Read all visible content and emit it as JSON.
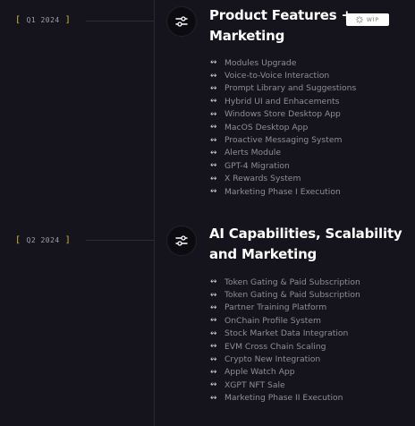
{
  "roadmap": [
    {
      "quarter": "Q1 2024",
      "title_line1": "Product Features +",
      "title_line2": "Marketing",
      "badge": "WIP",
      "items": [
        "Modules Upgrade",
        "Voice-to-Voice Interaction",
        "Prompt Library and Suggestions",
        "Hybrid UI and Enhacements",
        "Windows Store Desktop App",
        "MacOS Desktop App",
        "Proactive Messaging System",
        "Alerts Module",
        "GPT-4 Migration",
        "X Rewards System",
        "Marketing Phase I Execution"
      ]
    },
    {
      "quarter": "Q2 2024",
      "title_line1": "AI Capabilities, Scalability",
      "title_line2": "and Marketing",
      "items": [
        "Token Gating & Paid Subscription",
        "Token Gating & Paid Subscription",
        "Partner Training Platform",
        "OnChain Profile System",
        "Stock Market Data Integration",
        "EVM Cross Chain Scaling",
        "Crypto New Integration",
        "Apple Watch App",
        "XGPT NFT Sale",
        "Marketing Phase II Execution"
      ]
    }
  ],
  "icons": {
    "node": "sliders-icon",
    "item": "double-arrow-icon",
    "badge": "spinner-icon"
  },
  "colors": {
    "background": "#15131c",
    "bracket": "#d6b93c",
    "title": "#ffffff",
    "item_text": "#8d8f96"
  }
}
